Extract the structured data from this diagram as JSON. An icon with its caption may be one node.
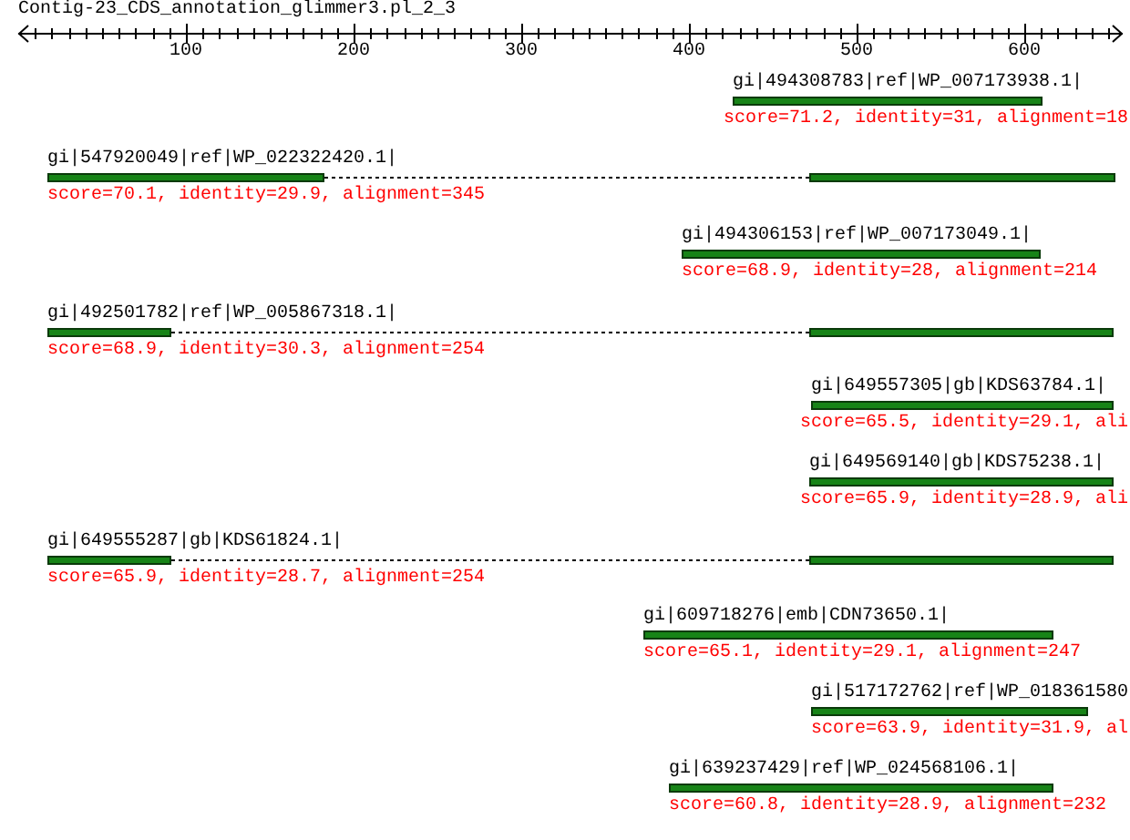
{
  "diagram": {
    "title": "Contig-23_CDS_annotation_glimmer3.pl_2_3",
    "nodes": [
      {
        "text": [
          "gi|494308783|ref|WP_007173938.1|"
        ],
        "beside": [
          "score=71.2, identity=31, alignment=18"
        ]
      },
      {
        "text": [
          "gi|547920049|ref|WP_022322420.1|"
        ],
        "beside": [
          "score=70.1, identity=29.9, alignment=345"
        ]
      },
      {
        "text": [],
        "shape": "bar"
      },
      {
        "text": [
          "gi|494306153|ref|WP_007173049.1|"
        ],
        "beside": [
          "score=68.9, identity=28, alignment=214"
        ]
      },
      {
        "text": [
          "gi|492501782|ref|WP_005867318.1|"
        ],
        "beside": [
          "score=68.9, identity=30.3, alignment=254"
        ]
      },
      {
        "text": [],
        "shape": "bar"
      },
      {
        "text": [
          "gi|649557305|gb|KDS63784.1|"
        ],
        "beside": [
          "score=65.5, identity=29.1, ali"
        ]
      },
      {
        "text": [
          "gi|649569140|gb|KDS75238.1|"
        ],
        "beside": [
          "score=65.9, identity=28.9, ali"
        ]
      },
      {
        "text": [
          "gi|649555287|gb|KDS61824.1|"
        ],
        "beside": [
          "score=65.9, identity=28.7, alignment=254"
        ]
      },
      {
        "text": [],
        "shape": "bar"
      },
      {
        "text": [
          "gi|609718276|emb|CDN73650.1|"
        ],
        "beside": [
          "score=65.1, identity=29.1, alignment=247"
        ]
      },
      {
        "text": [
          "gi|517172762|ref|WP_018361580"
        ],
        "beside": [
          "score=63.9, identity=31.9, al"
        ]
      },
      {
        "text": [
          "gi|639237429|ref|WP_024568106.1|"
        ],
        "beside": [
          "score=60.8, identity=28.9, alignment=232"
        ]
      }
    ],
    "edges": [
      {
        "from": 1,
        "to": 2,
        "arrow": "none",
        "style": "dashed"
      },
      {
        "from": 4,
        "to": 5,
        "arrow": "none",
        "style": "dashed"
      },
      {
        "from": 8,
        "to": 9,
        "arrow": "none",
        "style": "dashed"
      }
    ],
    "labels": [
      "100",
      "200",
      "300",
      "400",
      "500",
      "600"
    ]
  }
}
